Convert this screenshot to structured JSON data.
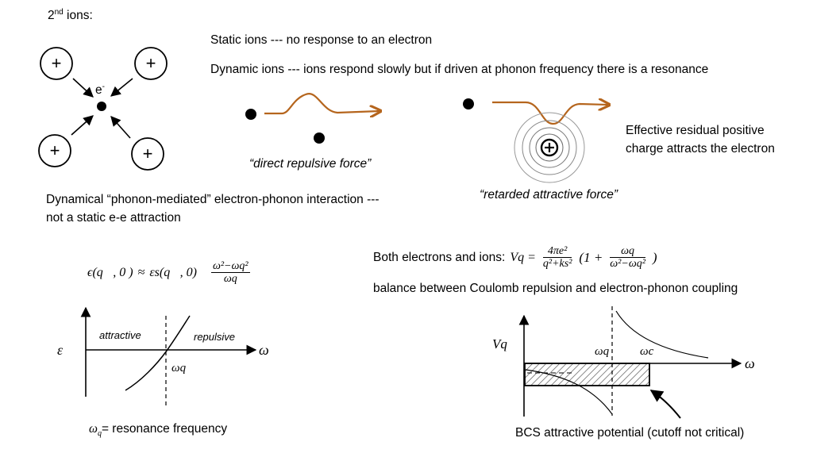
{
  "heading": {
    "base": "2",
    "sup": "nd",
    "rest": " ions:"
  },
  "ions_diagram": {
    "ion_symbol": "+",
    "electron_label": "e",
    "electron_sup": "-"
  },
  "static_ions": "Static ions --- no response to an electron",
  "dynamic_ions": "Dynamic ions --- ions respond slowly but if driven at phonon frequency there is a resonance",
  "direct_caption": "“direct repulsive force”",
  "retarded_caption": "“retarded attractive force”",
  "effective_line1": "Effective residual positive",
  "effective_line2": "charge attracts the electron",
  "dynamical_line1": "Dynamical “phonon-mediated” electron-phonon interaction ---",
  "dynamical_line2": "not a static e-e attraction",
  "epsilon_formula": {
    "lhs": "ϵ(q⃗, 0 )",
    "approx": "≈",
    "rhs": "εs(q⃗, 0)",
    "numerator": "ω²−ωq²",
    "denominator": "ωq"
  },
  "graph1": {
    "y_label": "ε",
    "x_label": "ω",
    "attractive": "attractive",
    "repulsive": "repulsive",
    "marker": "ωq"
  },
  "resonance_caption": {
    "symbol": "ω",
    "sub": "q",
    "rest": "= resonance frequency"
  },
  "both_formula": {
    "prefix": "Both electrons and ions:",
    "lhs": "Vq =",
    "num1": "4πe²",
    "den1": "q²+ks²",
    "paren_open": "(1 +",
    "num2": "ωq",
    "den2": "ω²−ωq²",
    "paren_close": ")"
  },
  "balance_text": "balance between Coulomb repulsion and electron-phonon coupling",
  "graph2": {
    "y_label": "Vq",
    "x_label": "ω",
    "marker1": "ωq",
    "marker2": "ωc"
  },
  "bcs_caption": "BCS attractive potential (cutoff not critical)"
}
